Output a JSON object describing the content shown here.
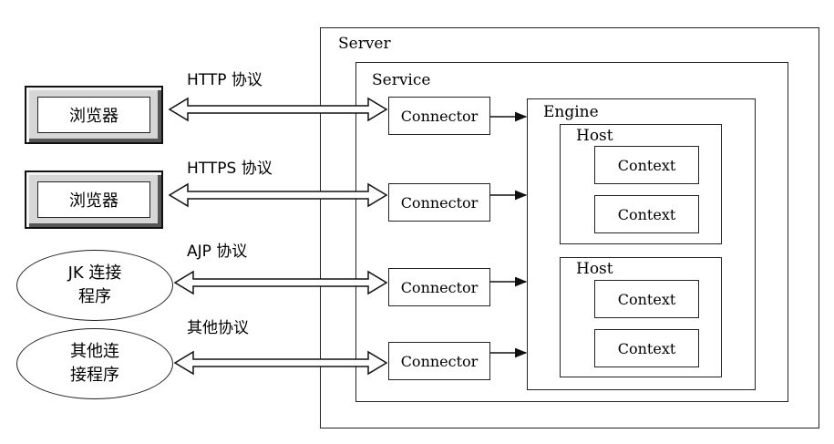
{
  "server": {
    "label": "Server"
  },
  "service": {
    "label": "Service"
  },
  "engine": {
    "label": "Engine"
  },
  "hosts": [
    {
      "label": "Host",
      "contexts": [
        "Context",
        "Context"
      ]
    },
    {
      "label": "Host",
      "contexts": [
        "Context",
        "Context"
      ]
    }
  ],
  "connectors": [
    "Connector",
    "Connector",
    "Connector",
    "Connector"
  ],
  "clients": [
    {
      "label": "浏览器",
      "protocol": "HTTP 协议"
    },
    {
      "label": "浏览器",
      "protocol": "HTTPS 协议"
    },
    {
      "label": "JK 连接\n程序",
      "protocol": "AJP 协议"
    },
    {
      "label": "其他连\n接程序",
      "protocol": "其他协议"
    }
  ]
}
